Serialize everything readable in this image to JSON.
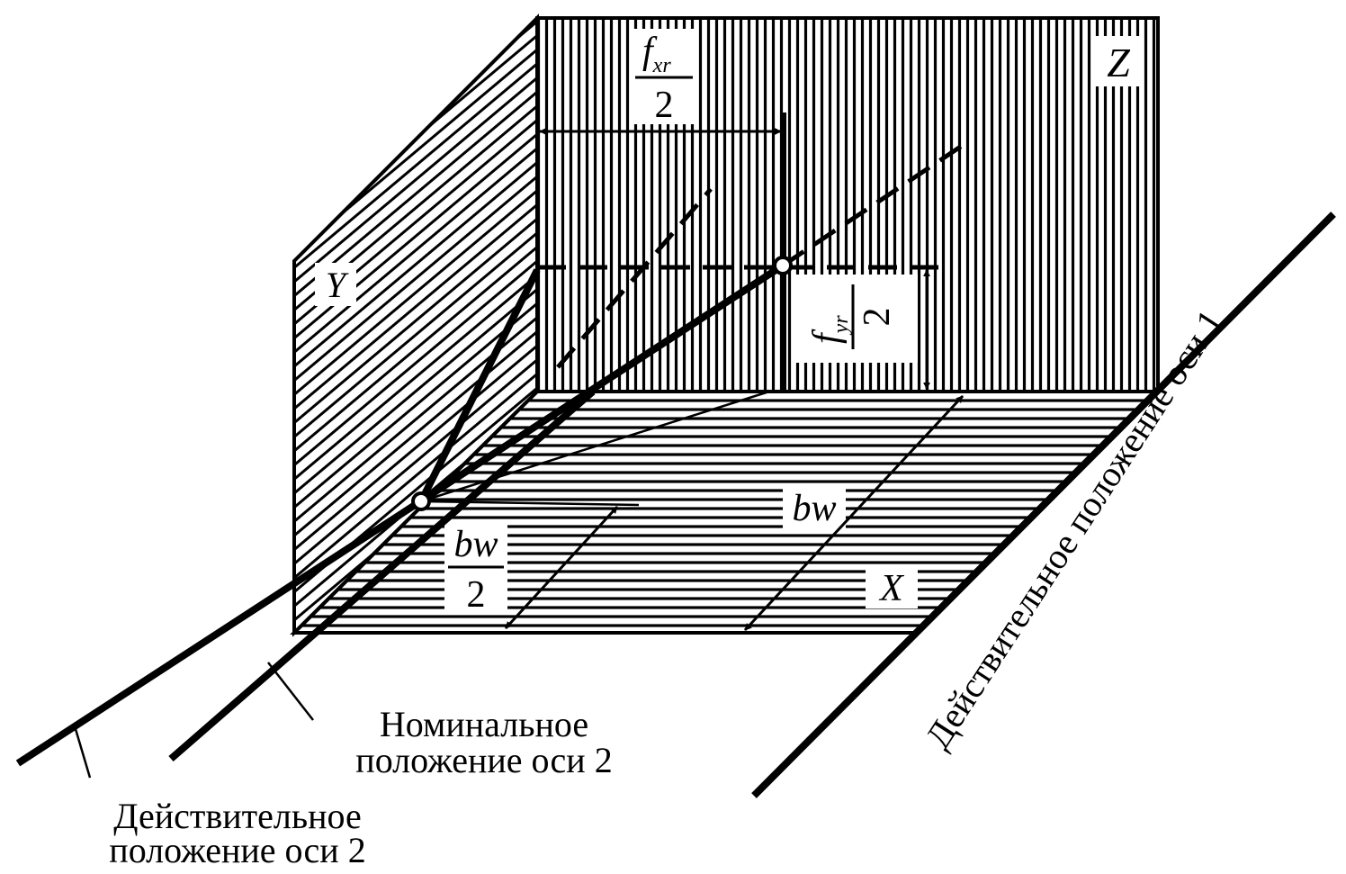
{
  "labels": {
    "plane_z": "Z",
    "plane_y": "Y",
    "axis_x": "X",
    "fxr_num": "f",
    "fxr_sub": "xr",
    "fxr_den": "2",
    "fyr_num": "f",
    "fyr_sub": "yr",
    "fyr_den": "2",
    "bw_half_num": "bw",
    "bw_half_den": "2",
    "bw_full": "bw"
  },
  "captions": {
    "nominal_axis2_line1": "Номинальное",
    "nominal_axis2_line2": "положение оси 2",
    "actual_axis2_line1": "Действительное",
    "actual_axis2_line2": "положение оси 2",
    "actual_axis1": "Действительное положение оси 1"
  },
  "colors": {
    "ink": "#000000",
    "paper": "#ffffff"
  }
}
